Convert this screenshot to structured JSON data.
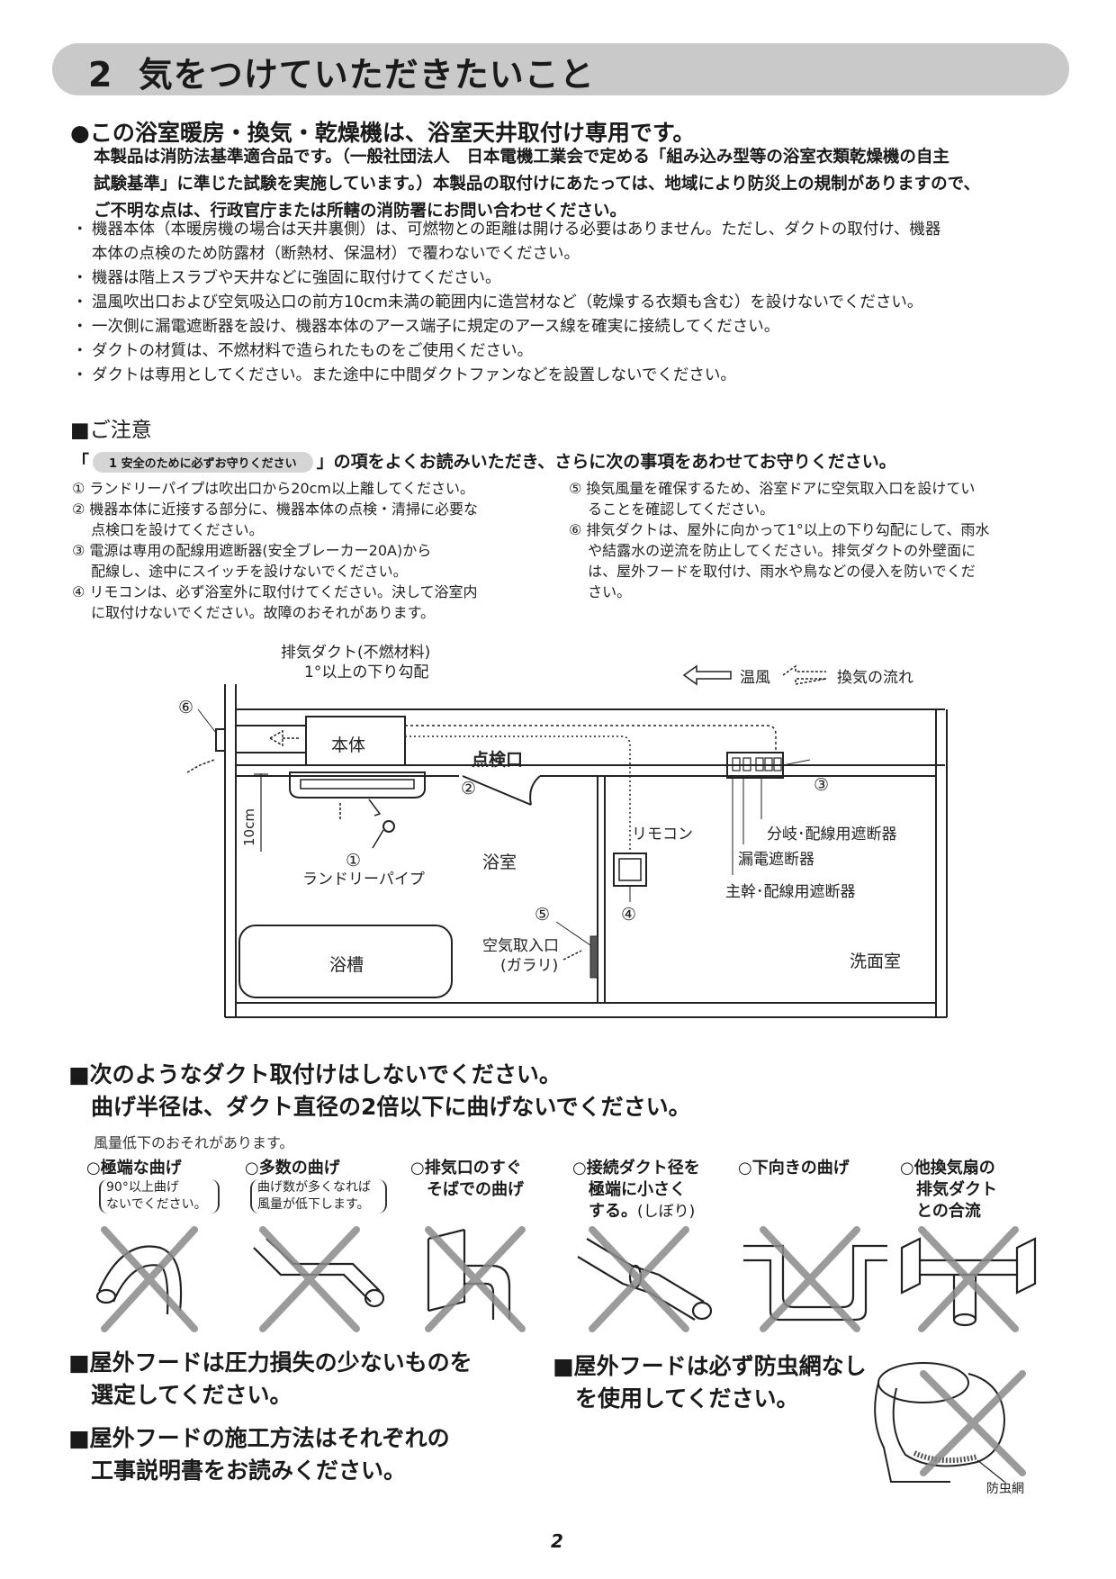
{
  "header": {
    "number": "2",
    "title": "気をつけていただきたいこと"
  },
  "section1": {
    "heading": "●この浴室暖房・換気・乾燥機は、浴室天井取付け専用です。",
    "paragraph_lines": [
      "本製品は消防法基準適合品です。（一般社団法人　日本電機工業会で定める「組み込み型等の浴室衣類乾燥機の自主",
      "試験基準」に準じた試験を実施しています。）本製品の取付けにあたっては、地域により防災上の規制がありますので、",
      "ご不明な点は、行政官庁または所轄の消防署にお問い合わせください。"
    ],
    "bullets": [
      "機器本体（本暖房機の場合は天井裏側）は、可燃物との距離は開ける必要はありません。ただし、ダクトの取付け、機器",
      "本体の点検のため防露材（断熱材、保温材）で覆わないでください。",
      "機器は階上スラブや天井などに強固に取付けてください。",
      "温風吹出口および空気吸込口の前方10cm未満の範囲内に造営材など（乾燥する衣類も含む）を設けないでください。",
      "一次側に漏電遮断器を設け、機器本体のアース端子に規定のアース線を確実に接続してください。",
      "ダクトの材質は、不燃材料で造られたものをご使用ください。",
      "ダクトは専用としてください。また途中に中間ダクトファンなどを設置しないでください。"
    ]
  },
  "caution": {
    "heading": "■ご注意",
    "intro_open": "「",
    "intro_pill": "1 安全のために必ずお守りください",
    "intro_close": "」の項をよくお読みいただき、さらに次の事項をあわせてお守りください。",
    "left_items": [
      "① ランドリーパイプは吹出口から20cm以上離してください。",
      "② 機器本体に近接する部分に、機器本体の点検・清掃に必要な",
      "　 点検口を設けてください。",
      "③ 電源は専用の配線用遮断器(安全ブレーカー20A)から",
      "　 配線し、途中にスイッチを設けないでください。",
      "④ リモコンは、必ず浴室外に取付けてください。決して浴室内",
      "　 に取付けないでください。故障のおそれがあります。"
    ],
    "right_items": [
      "⑤ 換気風量を確保するため、浴室ドアに空気取入口を設けてい",
      "　 ることを確認してください。",
      "⑥ 排気ダクトは、屋外に向かって1°以上の下り勾配にして、雨水",
      "　 や結露水の逆流を防止してください。排気ダクトの外壁面に",
      "　 は、屋外フードを取付け、雨水や鳥などの侵入を防いでくだ",
      "　 さい。"
    ]
  },
  "diagram": {
    "duct_label_1": "排気ダクト(不燃材料)",
    "duct_label_2": "1°以上の下り勾配",
    "legend_warm": "温風",
    "legend_vent": "換気の流れ",
    "unit": "本体",
    "inspection": "点検口",
    "dim": "10cm",
    "laundry": "ランドリーパイプ",
    "bathroom": "浴室",
    "remote": "リモコン",
    "breaker_branch": "分岐･配線用遮断器",
    "breaker_leak": "漏電遮断器",
    "breaker_main": "主幹･配線用遮断器",
    "tub": "浴槽",
    "air_inlet_1": "空気取入口",
    "air_inlet_2": "(ガラリ)",
    "washroom": "洗面室",
    "n1": "①",
    "n2": "②",
    "n3": "③",
    "n4": "④",
    "n5": "⑤",
    "n6": "⑥"
  },
  "duct_section": {
    "heading_1": "■次のようなダクト取付けはしないでください。",
    "heading_2": "　曲げ半径は、ダクト直径の2倍以下に曲げないでください。",
    "note": "風量低下のおそれがあります。",
    "items": [
      {
        "label_1": "○極端な曲げ",
        "label_2": "",
        "label_3": "",
        "note_1": "90°以上曲げ",
        "note_2": "ないでください。"
      },
      {
        "label_1": "○多数の曲げ",
        "label_2": "",
        "label_3": "",
        "note_1": "曲げ数が多くなれば",
        "note_2": "風量が低下します。"
      },
      {
        "label_1": "○排気口のすぐ",
        "label_2": "　そばでの曲げ",
        "label_3": "",
        "note_1": "",
        "note_2": ""
      },
      {
        "label_1": "○接続ダクト径を",
        "label_2": "　極端に小さく",
        "label_3": "　する。",
        "note_1": "(しぼり)",
        "note_2": ""
      },
      {
        "label_1": "○下向きの曲げ",
        "label_2": "",
        "label_3": "",
        "note_1": "",
        "note_2": ""
      },
      {
        "label_1": "○他換気扇の",
        "label_2": "　排気ダクト",
        "label_3": "　との合流",
        "note_1": "",
        "note_2": ""
      }
    ]
  },
  "hood": {
    "left_1a": "■屋外フードは圧力損失の少ないものを",
    "left_1b": "　選定してください。",
    "left_2a": "■屋外フードの施工方法はそれぞれの",
    "left_2b": "　工事説明書をお読みください。",
    "right_a": "■屋外フードは必ず防虫網なし",
    "right_b": "　を使用してください。",
    "net_label": "防虫網"
  },
  "page_number": "2"
}
